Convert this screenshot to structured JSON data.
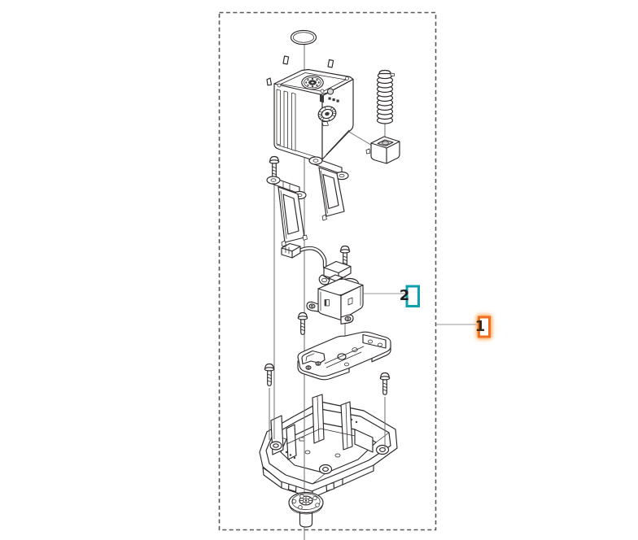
{
  "diagram": {
    "type": "exploded-parts-diagram",
    "background": "#ffffff",
    "border_color": "#57585a",
    "line_color": "#2b2726",
    "guide_line_color": "#6e6e6e",
    "callout_line_color": "#9a9a9a"
  },
  "callouts": {
    "item1": {
      "label": "1",
      "color": "#f06e1e",
      "glow": true,
      "glow_color": "#ff9a3d"
    },
    "item2": {
      "label": "2",
      "color": "#0fa0b0",
      "glow": false
    }
  },
  "parts": [
    {
      "id": "sealing-ring"
    },
    {
      "id": "motor-unit"
    },
    {
      "id": "spring"
    },
    {
      "id": "damper-block"
    },
    {
      "id": "screw-top"
    },
    {
      "id": "frame-bracket-left"
    },
    {
      "id": "frame-bracket-right"
    },
    {
      "id": "cable-assembly"
    },
    {
      "id": "screw-mid"
    },
    {
      "id": "gearbox"
    },
    {
      "id": "screw-gearbox"
    },
    {
      "id": "mount-bracket"
    },
    {
      "id": "screw-left"
    },
    {
      "id": "screw-right"
    },
    {
      "id": "chassis-housing"
    },
    {
      "id": "seal-washer"
    }
  ]
}
